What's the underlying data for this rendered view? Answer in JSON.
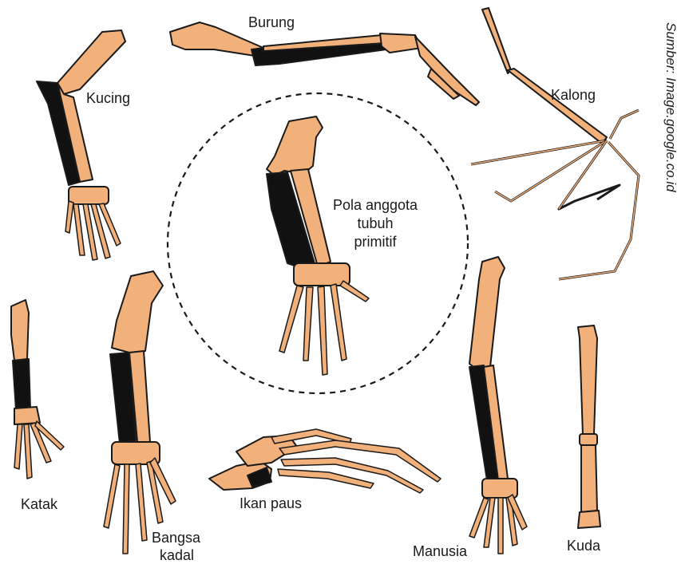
{
  "colors": {
    "bone": "#f2b07a",
    "bone_dark": "#111111",
    "outline": "#1a1a1a"
  },
  "labels": {
    "burung": "Burung",
    "kucing": "Kucing",
    "kalong": "Kalong",
    "center_line1": "Pola anggota",
    "center_line2": "tubuh",
    "center_line3": "primitif",
    "katak": "Katak",
    "bangsa_line1": "Bangsa",
    "bangsa_line2": "kadal",
    "ikan_paus": "Ikan paus",
    "manusia": "Manusia",
    "kuda": "Kuda"
  },
  "source": "Sumber: Image.google.co.id"
}
